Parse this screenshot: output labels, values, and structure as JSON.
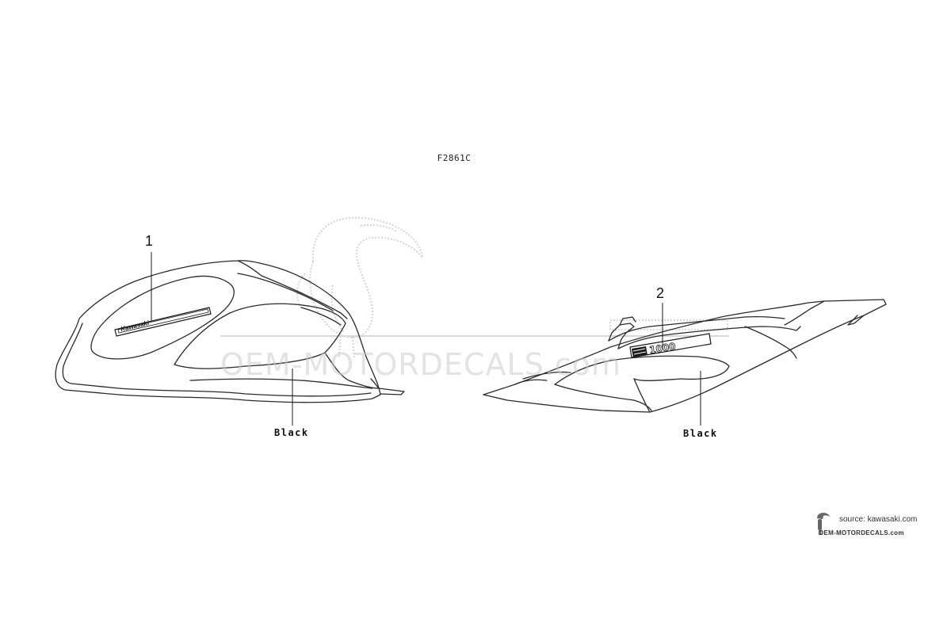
{
  "figure_code": "F2861C",
  "callouts": [
    {
      "number": "1",
      "color": "Black",
      "decal_text": "Kawasaki"
    },
    {
      "number": "2",
      "color": "Black",
      "decal_text": "1000"
    }
  ],
  "watermark": {
    "text": "OEM-MOTORDECALS.com",
    "logo": "toucan-bird-icon"
  },
  "source": {
    "line": "source: kawasaki.com",
    "brand": "OEM-MOTORDECALS.com"
  },
  "colors": {
    "line": "#2a2a2a",
    "watermark": "#c8c8c8",
    "background": "#ffffff"
  }
}
